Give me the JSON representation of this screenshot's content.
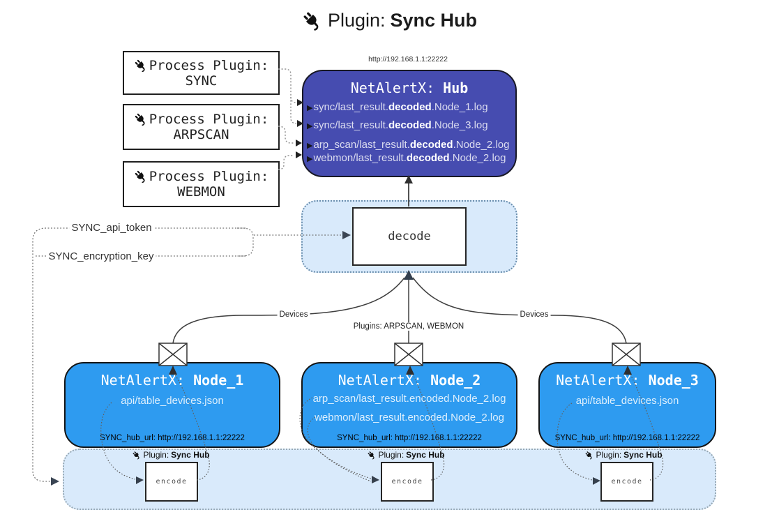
{
  "title": {
    "icon": "plug-icon",
    "prefix": "Plugin:",
    "name": "Sync Hub"
  },
  "process_plugins": [
    {
      "icon": "plug-icon",
      "label": "Process Plugin:",
      "name": "SYNC"
    },
    {
      "icon": "plug-icon",
      "label": "Process Plugin:",
      "name": "ARPSCAN"
    },
    {
      "icon": "plug-icon",
      "label": "Process Plugin:",
      "name": "WEBMON"
    }
  ],
  "hub": {
    "url": "http://192.168.1.1:22222",
    "title_prefix": "NetAlertX: ",
    "title_name": "Hub",
    "logs": [
      {
        "pre": "sync/last_result.",
        "bold": "decoded",
        "post": ".Node_1.log"
      },
      {
        "pre": "sync/last_result.",
        "bold": "decoded",
        "post": ".Node_3.log"
      },
      {
        "pre": "arp_scan/last_result.",
        "bold": "decoded",
        "post": ".Node_2.log"
      },
      {
        "pre": "webmon/last_result.",
        "bold": "decoded",
        "post": ".Node_2.log"
      }
    ]
  },
  "decode_box": {
    "label": "decode"
  },
  "settings": {
    "api_token": "SYNC_api_token",
    "encryption_key": "SYNC_encryption_key"
  },
  "edges": {
    "left": "Devices",
    "center": "Plugins: ARPSCAN, WEBMON",
    "right": "Devices",
    "envelope_icon": "envelope-icon"
  },
  "nodes": [
    {
      "title_prefix": "NetAlertX: ",
      "title_name": "Node_1",
      "files": [
        "api/table_devices.json"
      ],
      "hub_url_label": "SYNC_hub_url: http://192.168.1.1:22222"
    },
    {
      "title_prefix": "NetAlertX: ",
      "title_name": "Node_2",
      "files": [
        "arp_scan/last_result.encoded.Node_2.log",
        "webmon/last_result.encoded.Node_2.log"
      ],
      "hub_url_label": "SYNC_hub_url: http://192.168.1.1:22222"
    },
    {
      "title_prefix": "NetAlertX: ",
      "title_name": "Node_3",
      "files": [
        "api/table_devices.json"
      ],
      "hub_url_label": "SYNC_hub_url: http://192.168.1.1:22222"
    }
  ],
  "encoders": [
    {
      "icon": "plug-icon",
      "plugin_prefix": "Plugin: ",
      "plugin_name": "Sync Hub",
      "box_label": "encode"
    },
    {
      "icon": "plug-icon",
      "plugin_prefix": "Plugin: ",
      "plugin_name": "Sync Hub",
      "box_label": "encode"
    },
    {
      "icon": "plug-icon",
      "plugin_prefix": "Plugin: ",
      "plugin_name": "Sync Hub",
      "box_label": "encode"
    }
  ],
  "colors": {
    "hub_fill": "#464CB0",
    "node_fill": "#2E9BF0",
    "panel_fill": "#D9EAFB",
    "panel_border": "#6B8FAE",
    "line": "#3F3F3F",
    "text_on_dark": "#FFFFFF"
  }
}
